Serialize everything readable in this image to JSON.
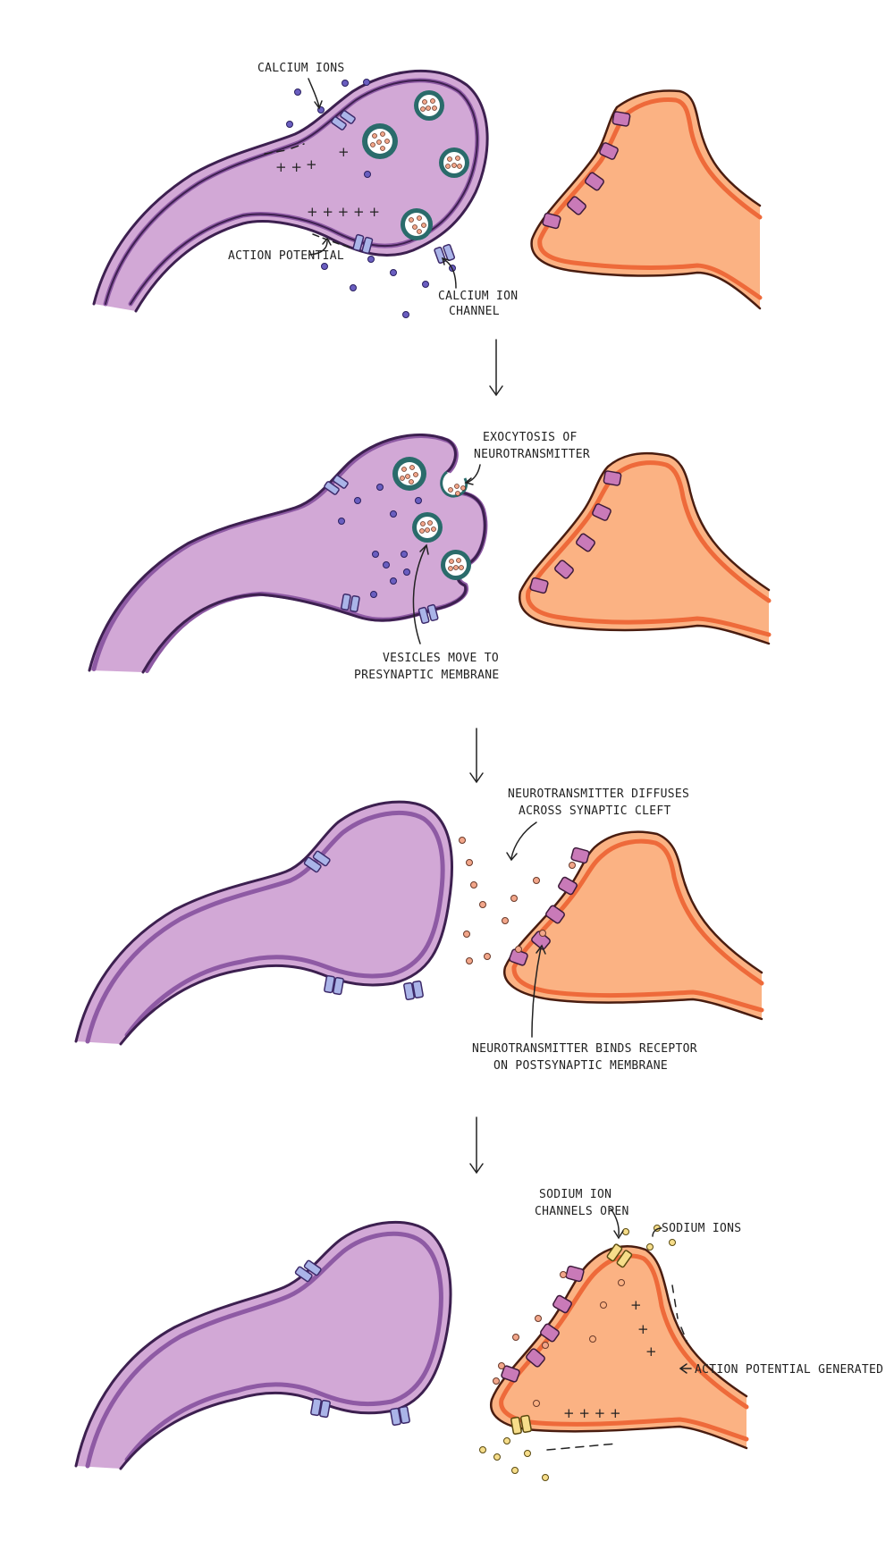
{
  "colors": {
    "presynaptic": "#d2a8d6",
    "presynaptic_membrane": "#8e5aa4",
    "postsynaptic": "#fbb283",
    "postsynaptic_membrane": "#ee6a3a",
    "calcium_channel": "#aab4e8",
    "receptor": "#c97ab8",
    "sodium_channel": "#f6dd8a",
    "calcium_ion": "#6a5ec0",
    "neurotransmitter": "#f2a68a",
    "sodium_ion": "#f6dd8a"
  },
  "panel1": {
    "calcium_ions": "CALCIUM IONS",
    "action_potential": "ACTION POTENTIAL",
    "calcium_ion_channel_1": "CALCIUM ION",
    "calcium_ion_channel_2": "CHANNEL"
  },
  "panel2": {
    "exocytosis_1": "EXOCYTOSIS OF",
    "exocytosis_2": "NEUROTRANSMITTER",
    "vesicles_1": "VESICLES MOVE TO",
    "vesicles_2": "PRESYNAPTIC MEMBRANE"
  },
  "panel3": {
    "diffuses_1": "NEUROTRANSMITTER DIFFUSES",
    "diffuses_2": "ACROSS SYNAPTIC CLEFT",
    "binds_1": "NEUROTRANSMITTER BINDS RECEPTOR",
    "binds_2": "ON POSTSYNAPTIC MEMBRANE"
  },
  "panel4": {
    "sodium_channels_1": "SODIUM ION",
    "sodium_channels_2": "CHANNELS OPEN",
    "sodium_ions": "SODIUM IONS",
    "action_potential_generated": "ACTION POTENTIAL GENERATED"
  }
}
